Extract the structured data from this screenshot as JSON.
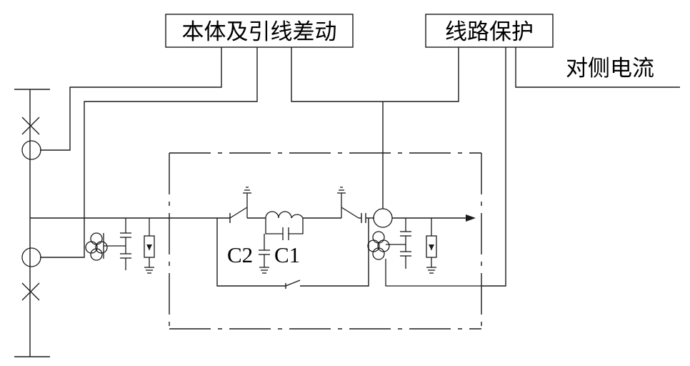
{
  "labels": {
    "box_differential": "本体及引线差动",
    "box_line_protection": "线路保护",
    "remote_current": "对侧电流",
    "cap_c2": "C2",
    "cap_c1": "C1"
  }
}
